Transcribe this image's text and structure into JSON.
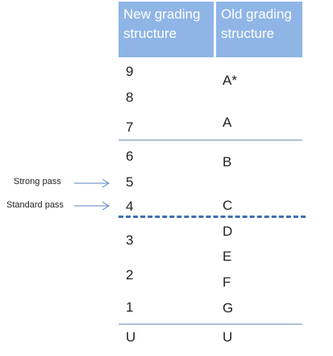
{
  "headers": {
    "new": "New grading structure",
    "old": "Old grading structure"
  },
  "new_grades": [
    "9",
    "8",
    "7",
    "6",
    "5",
    "4",
    "3",
    "2",
    "1",
    "U"
  ],
  "old_grades": [
    "A*",
    "A",
    "B",
    "C",
    "D",
    "E",
    "F",
    "G",
    "U"
  ],
  "side_labels": {
    "strong": "Strong pass",
    "standard": "Standard pass"
  },
  "colors": {
    "header_bg": "#8fb5e6",
    "line": "#6f93bf",
    "dash": "#3f6fae",
    "arrow": "#5b86c4"
  }
}
